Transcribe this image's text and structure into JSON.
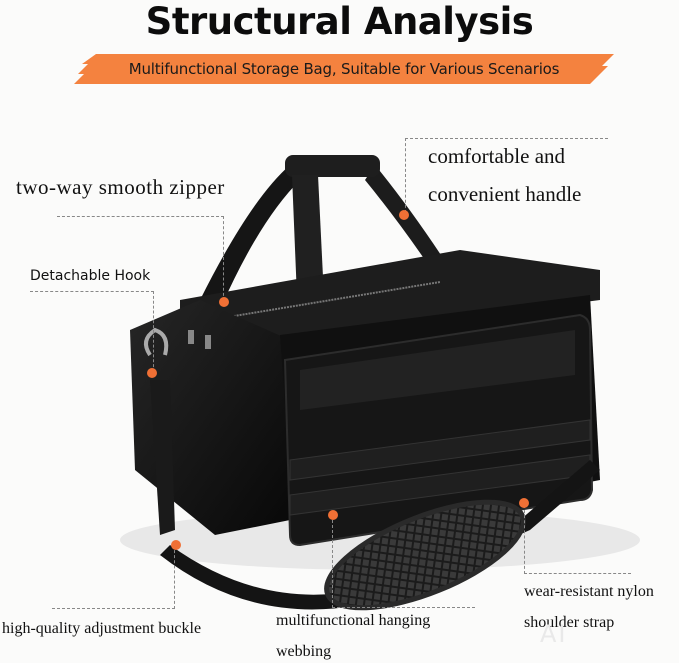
{
  "header": {
    "title": "Structural Analysis",
    "subtitle": "Multifunctional Storage Bag, Suitable for Various Scenarios",
    "banner_color": "#f4823f"
  },
  "annotations": {
    "handle_line1": "comfortable and",
    "handle_line2": "convenient handle",
    "zipper": "two-way smooth zipper",
    "hook": "Detachable Hook",
    "buckle": "high-quality adjustment buckle",
    "webbing_line1": "multifunctional hanging",
    "webbing_line2": "webbing",
    "strap_line1": "wear-resistant nylon",
    "strap_line2": "shoulder strap"
  },
  "colors": {
    "dot": "#f07035",
    "bag": "#121212"
  },
  "watermark": "AI"
}
